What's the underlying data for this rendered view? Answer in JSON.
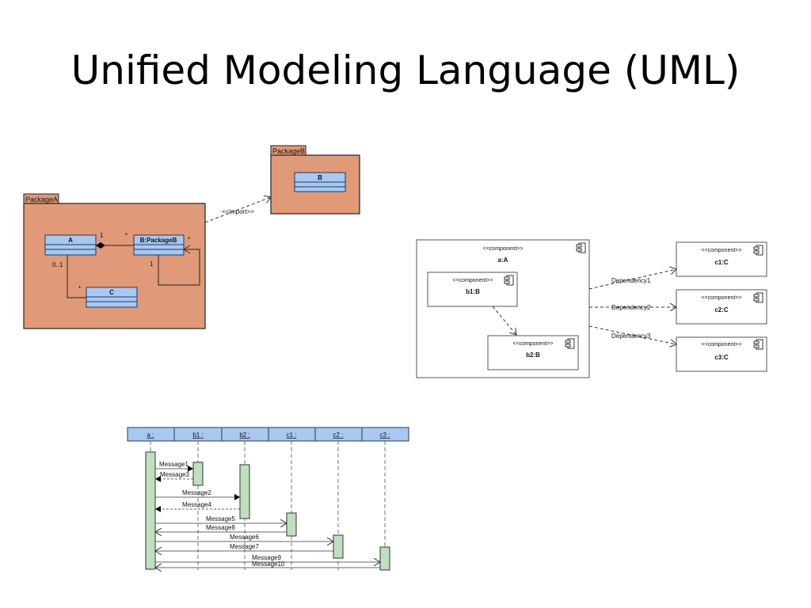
{
  "slide": {
    "title": "Unified Modeling Language (UML)"
  },
  "colors": {
    "package_fill": "#e09a78",
    "class_fill": "#a9c8ef",
    "activation_fill": "#bfe0bf",
    "lifeline_header": "#a9c8ef"
  },
  "class_diagram": {
    "package_a": {
      "label": "PackageA"
    },
    "package_b": {
      "label": "PackageB"
    },
    "class_a": "A",
    "class_b_ref": "B:PackageB",
    "class_c": "C",
    "class_b": "B",
    "import_label": "<<import>>",
    "mult_a_end": "1",
    "mult_b_end": "*",
    "mult_b_self": "*",
    "mult_b_bottom": "1",
    "mult_a_bottom": "0..1",
    "mult_c_end": "*"
  },
  "component_diagram": {
    "stereotype": "<<component>>",
    "outer": "a:A",
    "b1": "b1:B",
    "b2": "b2:B",
    "c1": "c1:C",
    "c2": "c2:C",
    "c3": "c3:C",
    "dep1": "Dependency1",
    "dep2": "Dependency2",
    "dep3": "Dependency3"
  },
  "sequence_diagram": {
    "lifelines": [
      "a :",
      "b1 :",
      "b2 :",
      "c1 :",
      "c2 :",
      "c3 :"
    ],
    "messages": [
      "Message1",
      "Message3",
      "Message2",
      "Message4",
      "Message5",
      "Message8",
      "Message6",
      "Message7",
      "Message9",
      "Message10"
    ]
  }
}
